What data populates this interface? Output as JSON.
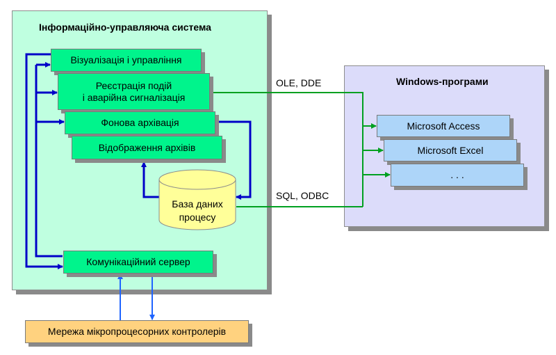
{
  "main_panel": {
    "title": "Інформаційно-управляюча система",
    "modules": {
      "visualization": "Візуалізація і управління",
      "registration_line1": "Реєстрація подій",
      "registration_line2": "і аварійна сигналізація",
      "background_archiving": "Фонова архівація",
      "archive_display": "Відображення архівів",
      "database_line1": "База даних",
      "database_line2": "процесу",
      "comm_server": "Комунікаційний сервер"
    }
  },
  "windows_panel": {
    "title": "Windows-програми",
    "apps": [
      "Microsoft Access",
      "Microsoft Excel",
      ". . ."
    ]
  },
  "network": {
    "label": "Мережа мікропроцесорних контролерів"
  },
  "connections": {
    "ole_label": "OLE, DDE",
    "sql_label": "SQL, ODBC"
  },
  "colors": {
    "main_panel_bg": "#bfffe0",
    "windows_panel_bg": "#dcdcfa",
    "module_green": "#00f48c",
    "app_blue": "#add5f9",
    "network_orange": "#ffd27f",
    "db_yellow": "#ffff99",
    "internal_line": "#0000c8",
    "external_line": "#00a020",
    "network_line": "#1e64ff"
  }
}
